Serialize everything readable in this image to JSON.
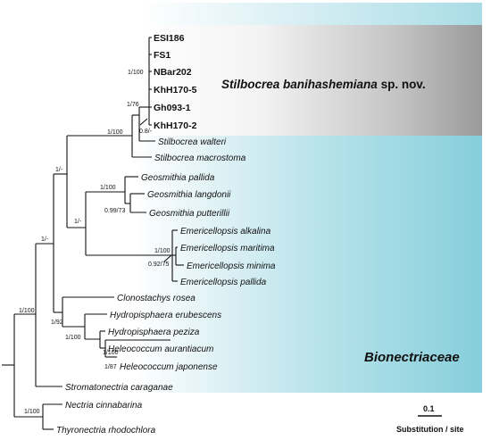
{
  "taxa": {
    "esi186": "ESI186",
    "fs1": "FS1",
    "nbar202": "NBar202",
    "khh170_5": "KhH170-5",
    "gh093_1": "Gh093-1",
    "khh170_2": "KhH170-2",
    "s_walteri": "Stilbocrea walteri",
    "s_macrostoma": "Stilbocrea macrostoma",
    "g_pallida": "Geosmithia pallida",
    "g_langdonii": "Geosmithia langdonii",
    "g_putterillii": "Geosmithia putterillii",
    "e_alkalina": "Emericellopsis alkalina",
    "e_maritima": "Emericellopsis maritima",
    "e_minima": "Emericellopsis minima",
    "e_pallida": "Emericellopsis pallida",
    "c_rosea": "Clonostachys rosea",
    "h_erubescens": "Hydropisphaera erubescens",
    "h_peziza": "Hydropisphaera peziza",
    "he_aurantiacum": "Heleococcum aurantiacum",
    "he_japonense": "Heleococcum japonense",
    "st_caraganae": "Stromatonectria caraganae",
    "n_cinnabarina": "Nectria cinnabarina",
    "t_rhodochlora": "Thyronectria rhodochlora"
  },
  "support": {
    "s1": "1/100",
    "s2": "1/76",
    "s3": "0.8/-",
    "s4": "1/100",
    "s5": "1/-",
    "s6": "1/100",
    "s7": "0.99/73",
    "s8": "1/-",
    "s9": "1/100",
    "s10": "0.92/75",
    "s11": "1/-",
    "s12": "1/92",
    "s13": "1/100",
    "s14": "1/100",
    "s15": "1/87",
    "s16": "1/100"
  },
  "labels": {
    "new_species": "Stilbocrea banihashemiana",
    "new_species_suffix": " sp. nov.",
    "family": "Bionectriaceae"
  },
  "scale_bar": {
    "value": "0.1",
    "label": "Substitution / site"
  },
  "colors": {
    "family_box": "#8ed0dc",
    "species_box": "#9a9a9a"
  }
}
